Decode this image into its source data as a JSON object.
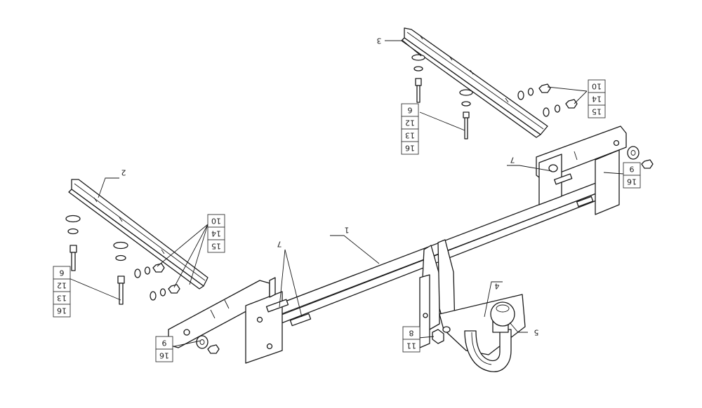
{
  "colors": {
    "line": "#1a1a1a",
    "background": "#ffffff"
  },
  "callouts": {
    "c1": "1",
    "c2": "2",
    "c3": "3",
    "c4": "4",
    "c5": "5",
    "c6_left": [
      "6",
      "12",
      "13",
      "16"
    ],
    "c6_top": [
      "6",
      "12",
      "13",
      "16"
    ],
    "c7_left": "7",
    "c7_right": "7",
    "c8": [
      "8",
      "11"
    ],
    "c9_left": [
      "9",
      "16"
    ],
    "c9_right": [
      "9",
      "16"
    ],
    "c10_left": [
      "10",
      "14",
      "15"
    ],
    "c10_top": [
      "10",
      "14",
      "15"
    ]
  }
}
